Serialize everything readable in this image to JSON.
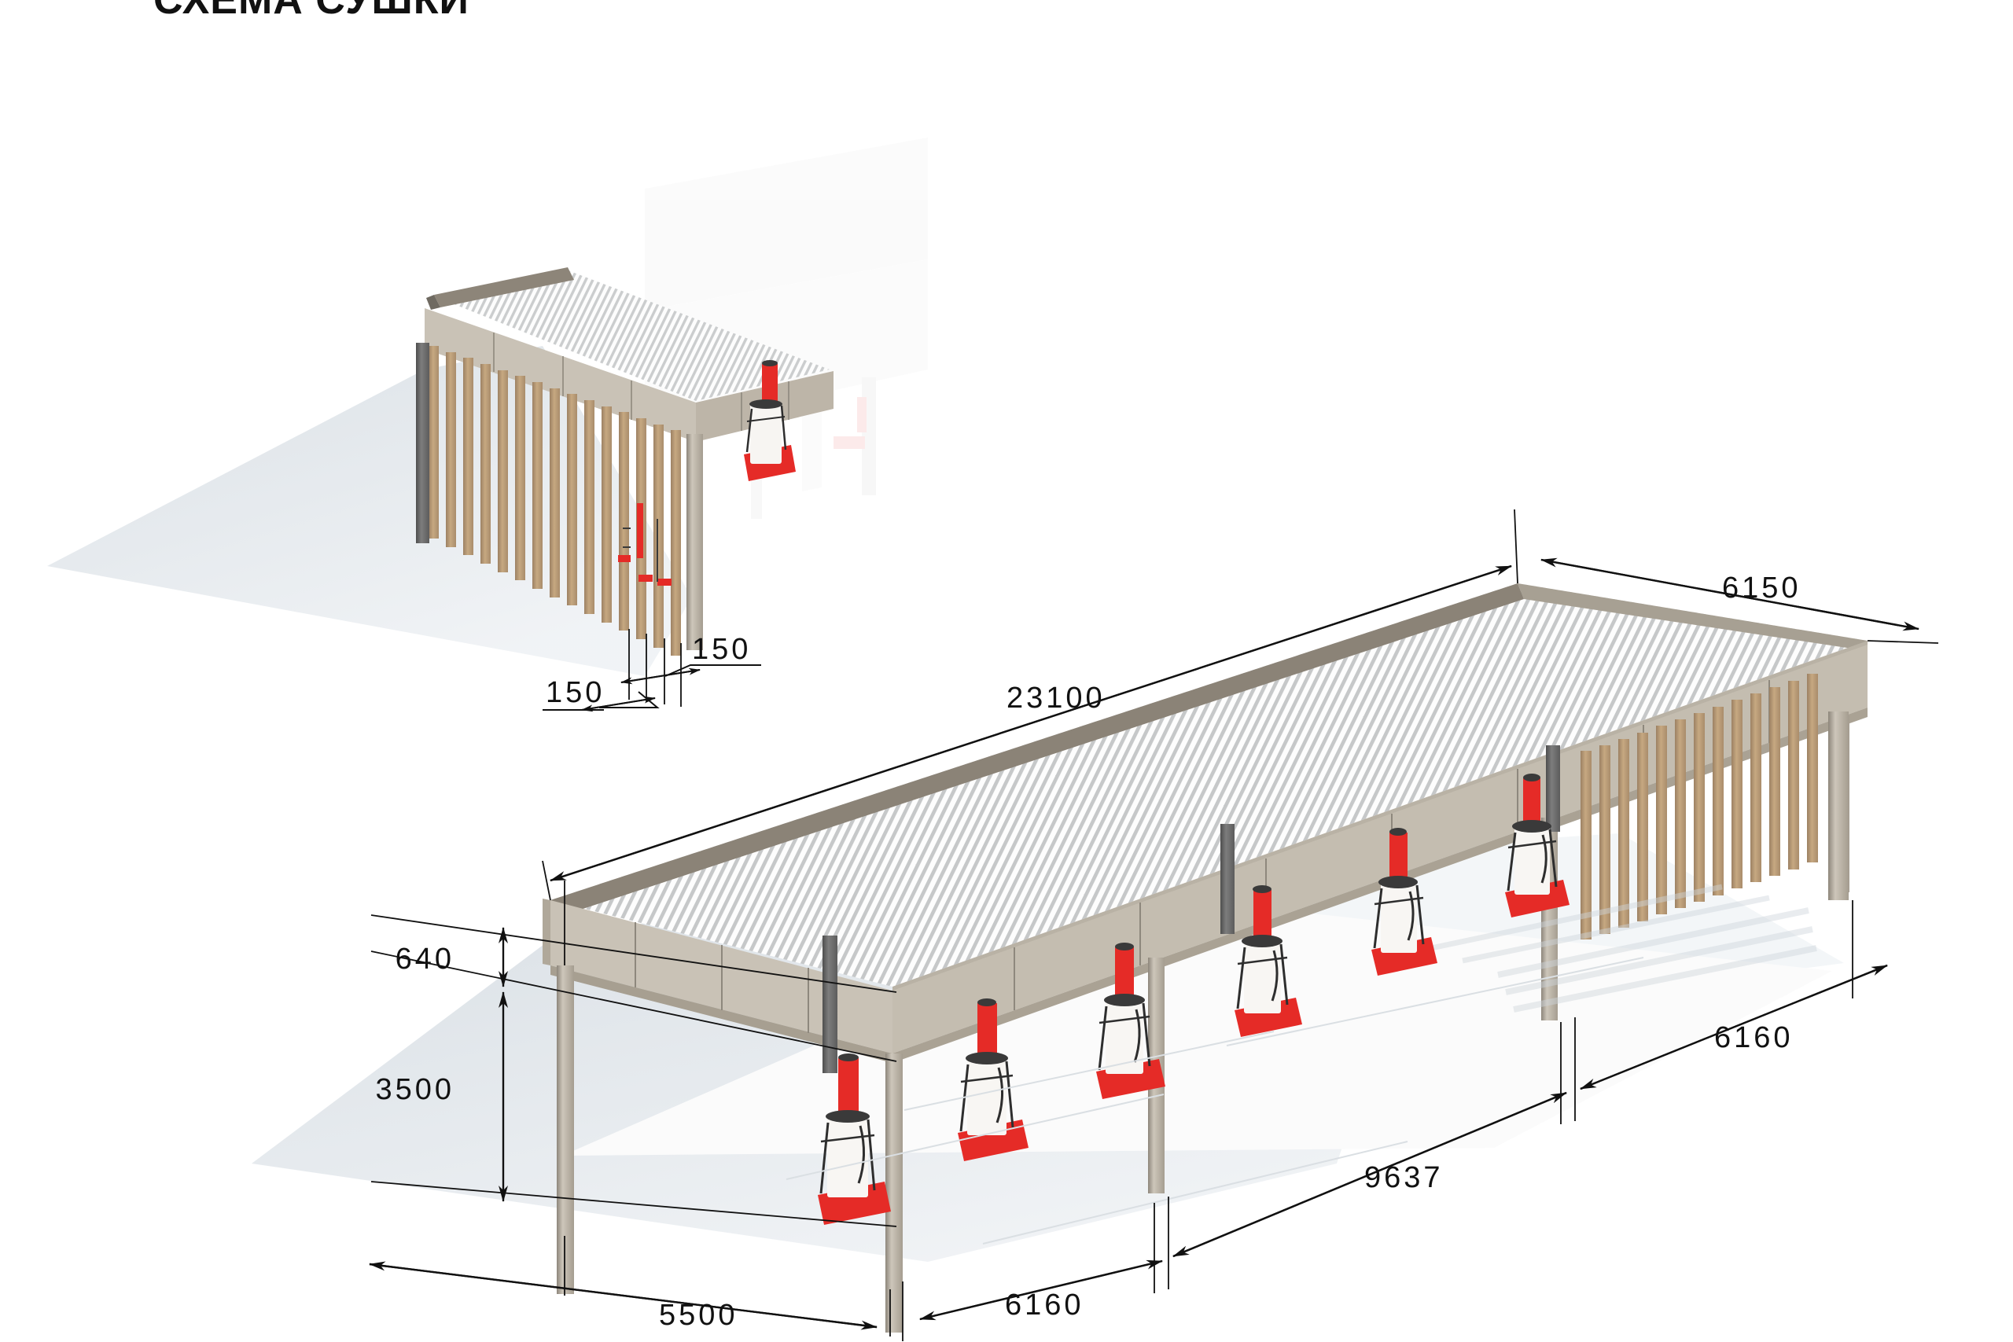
{
  "title": "СХЕМА СУШКИ",
  "drawing": {
    "kind": "3d-isometric-construction-drawing",
    "description": "Canopy / drying shed structure with corrugated roof, columns and portable dryer units"
  },
  "dimensions": {
    "main": [
      {
        "name": "overall-length",
        "value": "23100"
      },
      {
        "name": "roof-width",
        "value": "6150"
      },
      {
        "name": "fascia-height",
        "value": "640"
      },
      {
        "name": "clear-height",
        "value": "3500"
      },
      {
        "name": "bay-right",
        "value": "6160"
      },
      {
        "name": "span-middle",
        "value": "9637"
      },
      {
        "name": "bay-left",
        "value": "6160"
      },
      {
        "name": "cantilever",
        "value": "5500"
      }
    ],
    "detail": [
      {
        "name": "slat-width",
        "value": "150"
      },
      {
        "name": "slat-gap",
        "value": "150"
      }
    ]
  },
  "colors": {
    "beam": "#c9c2b6",
    "beam_dark": "#b3aa9c",
    "column": "#6f6f6f",
    "roof_light": "#ffffff",
    "roof_rib": "#c9c9c9",
    "wood": "#b79a78",
    "accent_red": "#e52b27",
    "shadow": "#dde3e8",
    "line": "#111111"
  },
  "objects": {
    "dryer_unit_label": "dryer-unit",
    "column_label": "column",
    "slat_label": "wood-slat",
    "roof_label": "corrugated-roof"
  }
}
